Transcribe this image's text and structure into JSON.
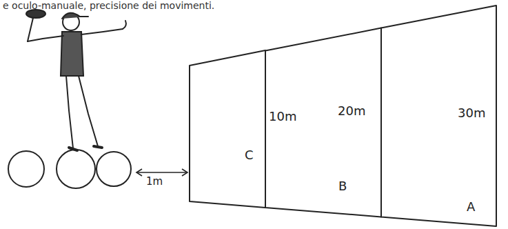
{
  "diagram": {
    "nodes": [
      {
        "text": [
          "C"
        ]
      },
      {
        "text": [
          "B"
        ]
      },
      {
        "text": [
          "A"
        ]
      }
    ],
    "labels": [
      "e oculo-manuale, precisione dei movimenti.",
      "1m",
      "10m",
      "20m",
      "30m"
    ]
  }
}
